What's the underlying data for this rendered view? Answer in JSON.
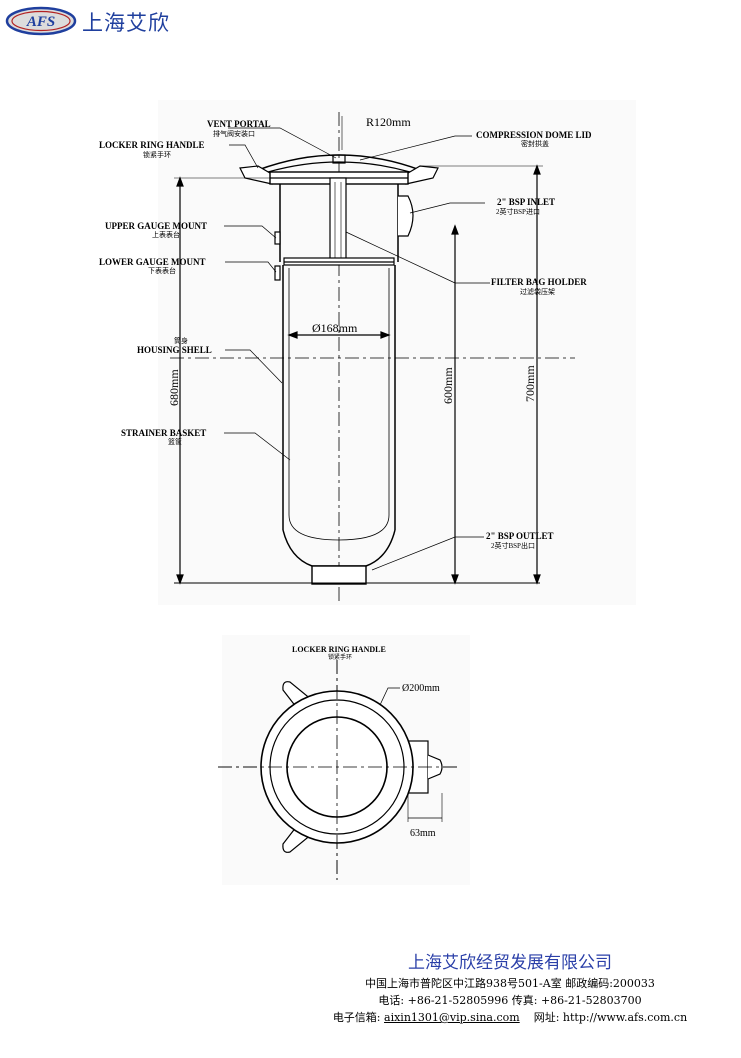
{
  "header": {
    "logo_text": "AFS",
    "company_short": "上海艾欣"
  },
  "side_view": {
    "labels": {
      "vent_portal": "VENT PORTAL",
      "vent_portal_cn": "排气阀安装口",
      "locker_ring_handle": "LOCKER RING HANDLE",
      "locker_ring_handle_cn": "锁紧手环",
      "upper_gauge_mount": "UPPER GAUGE MOUNT",
      "upper_gauge_mount_cn": "上表表台",
      "lower_gauge_mount": "LOWER GAUGE MOUNT",
      "lower_gauge_mount_cn": "下表表台",
      "housing_shell_cn": "筒身",
      "housing_shell": "HOUSING SHELL",
      "strainer_basket": "STRAINER BASKET",
      "strainer_basket_cn": "篮筐",
      "compression_dome_lid": "COMPRESSION DOME LID",
      "compression_dome_lid_cn": "密封拱盖",
      "bsp_inlet": "2\" BSP INLET",
      "bsp_inlet_cn": "2英寸BSP进口",
      "filter_bag_holder": "FILTER BAG HOLDER",
      "filter_bag_holder_cn": "过滤袋压架",
      "bsp_outlet": "2\" BSP OUTLET",
      "bsp_outlet_cn": "2英寸BSP出口"
    },
    "dimensions": {
      "radius": "R120mm",
      "diameter": "Ø168mm",
      "height_680": "680mm",
      "height_600": "600mm",
      "height_700": "700mm"
    }
  },
  "top_view": {
    "labels": {
      "locker_ring_handle": "LOCKER RING HANDLE",
      "locker_ring_handle_cn": "锁紧手环"
    },
    "dimensions": {
      "diameter": "Ø200mm",
      "offset": "63mm"
    }
  },
  "footer": {
    "company_name": "上海艾欣经贸发展有限公司",
    "address": "中国上海市普陀区中江路938号501-A室   邮政编码:200033",
    "phone": "电话: +86-21-52805996     传真: +86-21-52803700",
    "email_label": "电子信箱:",
    "email": "aixin1301@vip.sina.com",
    "web_label": "网址:",
    "web": "http://www.afs.com.cn"
  }
}
